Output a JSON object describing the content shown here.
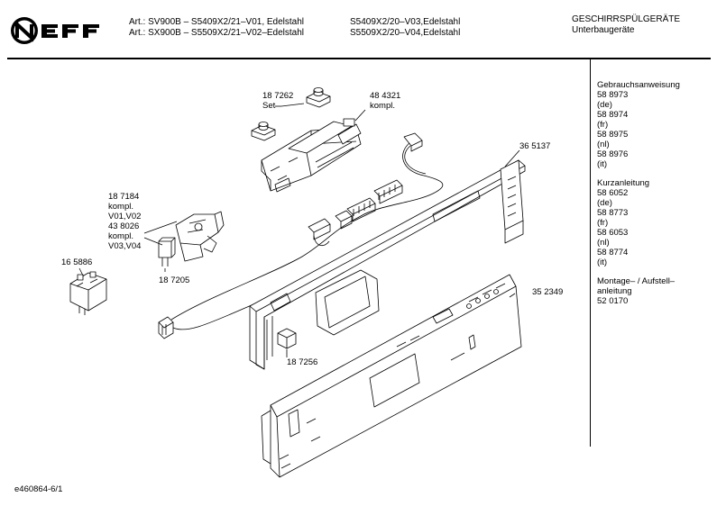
{
  "brand": "NEFF",
  "header": {
    "art_line1": "Art.: SV900B – S5409X2/21–V01, Edelstahl",
    "art_line2": "Art.: SX900B – S5509X2/21–V02–Edelstahl",
    "model_line1": "S5409X2/20–V03,Edelstahl",
    "model_line2": "S5509X2/20–V04,Edelstahl",
    "category": "GESCHIRRSPÜLGERÄTE",
    "subcategory": "Unterbaugeräte"
  },
  "sidebar": {
    "manual": {
      "title": "Gebrauchsanweisung",
      "items": [
        "58 8973",
        "(de)",
        "58 8974",
        "(fr)",
        "58 8975",
        "(nl)",
        "58 8976",
        "(it)"
      ]
    },
    "short_manual": {
      "title": "Kurzanleitung",
      "items": [
        "58 6052",
        "(de)",
        "58 8773",
        "(fr)",
        "58 6053",
        "(nl)",
        "58 8774",
        "(it)"
      ]
    },
    "mounting": {
      "title_line1": "Montage– / Aufstell–",
      "title_line2": "anleitung",
      "number": "52 0170"
    }
  },
  "parts": {
    "p187262": "18 7262",
    "p187262_sub": "Set",
    "p484321": "48 4321",
    "p484321_sub": "kompl.",
    "p365137": "36 5137",
    "p187184": "18 7184",
    "p187184_l2": "kompl.",
    "p187184_l3": "V01,V02",
    "p438026": "43 8026",
    "p438026_l2": "kompl.",
    "p438026_l3": "V03,V04",
    "p165886": "16 5886",
    "p187205": "18 7205",
    "p352349": "35 2349",
    "p187256": "18 7256"
  },
  "footer": "e460864-6/1"
}
